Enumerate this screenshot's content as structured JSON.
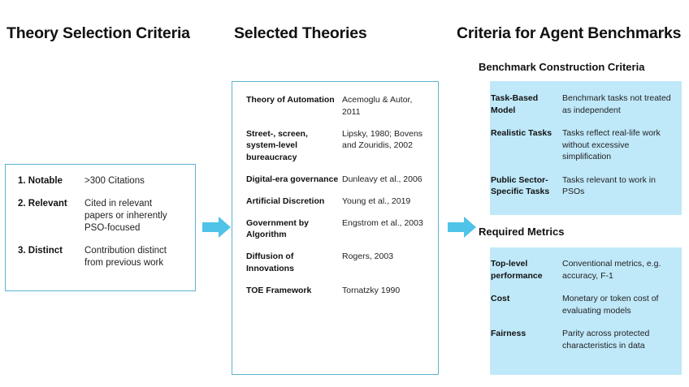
{
  "colors": {
    "accent_border": "#5BB3D0",
    "panel_fill": "#BFE8F9",
    "arrow": "#4FC3E8",
    "text": "#111111"
  },
  "columns": {
    "col1_title": "Theory Selection Criteria",
    "col2_title": "Selected Theories",
    "col3_title": "Criteria for Agent Benchmarks"
  },
  "subheadings": {
    "benchmark_construction": "Benchmark Construction Criteria",
    "required_metrics": "Required Metrics"
  },
  "criteria_rows": [
    {
      "label": "1. Notable",
      "value": ">300 Citations"
    },
    {
      "label": "2. Relevant",
      "value": "Cited in relevant papers or inherently PSO-focused"
    },
    {
      "label": "3. Distinct",
      "value": "Contribution distinct from previous work"
    }
  ],
  "theory_rows": [
    {
      "label": "Theory of Automation",
      "value": "Acemoglu & Autor, 2011"
    },
    {
      "label": "Street-, screen, system-level bureaucracy",
      "value": "Lipsky, 1980; Bovens and Zouridis, 2002"
    },
    {
      "label": "Digital-era governance",
      "value": "Dunleavy et al., 2006"
    },
    {
      "label": "Artificial Discretion",
      "value": "Young et al., 2019"
    },
    {
      "label": "Government by Algorithm",
      "value": "Engstrom et al., 2003"
    },
    {
      "label": "Diffusion of Innovations",
      "value": "Rogers, 2003"
    },
    {
      "label": "TOE Framework",
      "value": "Tornatzky 1990"
    }
  ],
  "benchmark_rows": [
    {
      "label": "Task-Based Model",
      "value": "Benchmark tasks not treated as independent"
    },
    {
      "label": "Realistic Tasks",
      "value": "Tasks reflect real-life work without excessive simplification"
    },
    {
      "label": "Public Sector-Specific Tasks",
      "value": "Tasks relevant to work in PSOs"
    }
  ],
  "metric_rows": [
    {
      "label": "Top-level performance",
      "value": "Conventional metrics, e.g. accuracy, F-1"
    },
    {
      "label": "Cost",
      "value": "Monetary or token cost of evaluating models"
    },
    {
      "label": "Fairness",
      "value": "Parity across protected characteristics in data"
    }
  ],
  "arrows": [
    {
      "name": "arrow-criteria-to-theories"
    },
    {
      "name": "arrow-theories-to-benchmarks"
    }
  ]
}
